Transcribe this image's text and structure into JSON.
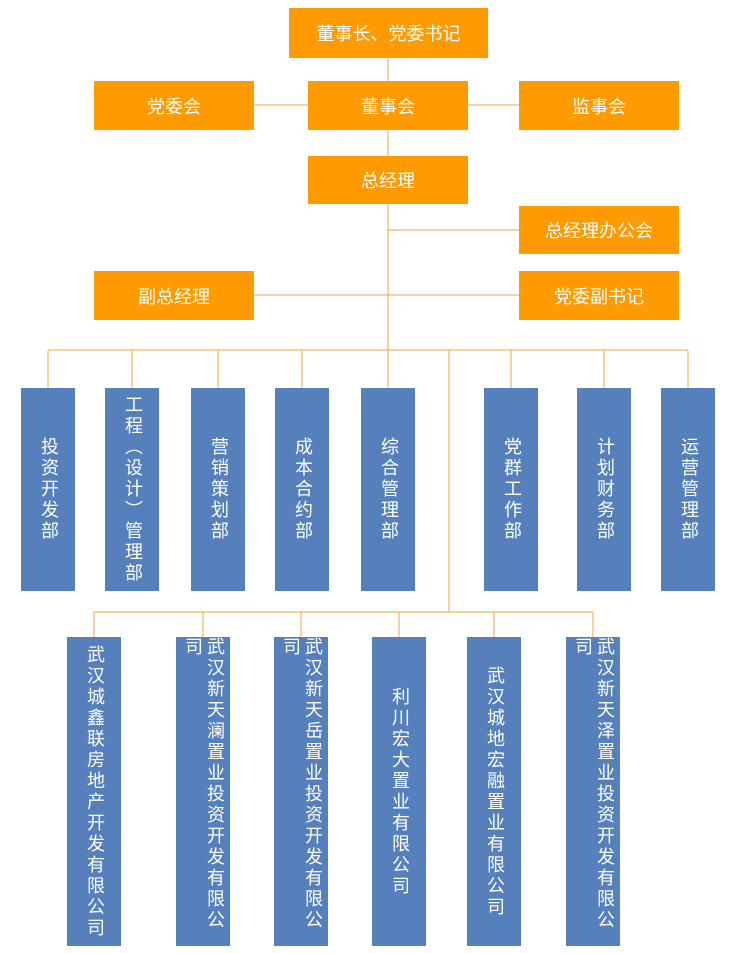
{
  "colors": {
    "leadership": "#ff9a00",
    "department": "#5580bb",
    "line": "#f0a640",
    "text": "#ffffff"
  },
  "top": {
    "chairman": "董事长、党委书记",
    "party_committee": "党委会",
    "board": "董事会",
    "supervisory_board": "监事会",
    "general_manager": "总经理",
    "gm_office": "总经理办公会",
    "deputy_gm": "副总经理",
    "party_deputy_secretary": "党委副书记"
  },
  "departments": [
    "投资开发部",
    "工程（设计）管理部",
    "营销策划部",
    "成本合约部",
    "综合管理部",
    "党群工作部",
    "计划财务部",
    "运营管理部"
  ],
  "subsidiaries": [
    "武汉城鑫联房地产开发有限公司",
    "武汉新天澜置业投资开发有限公司",
    "武汉新天岳置业投资开发有限公司",
    "利川宏大置业有限公司",
    "武汉城地宏融置业有限公司",
    "武汉新天泽置业投资开发有限公司"
  ]
}
